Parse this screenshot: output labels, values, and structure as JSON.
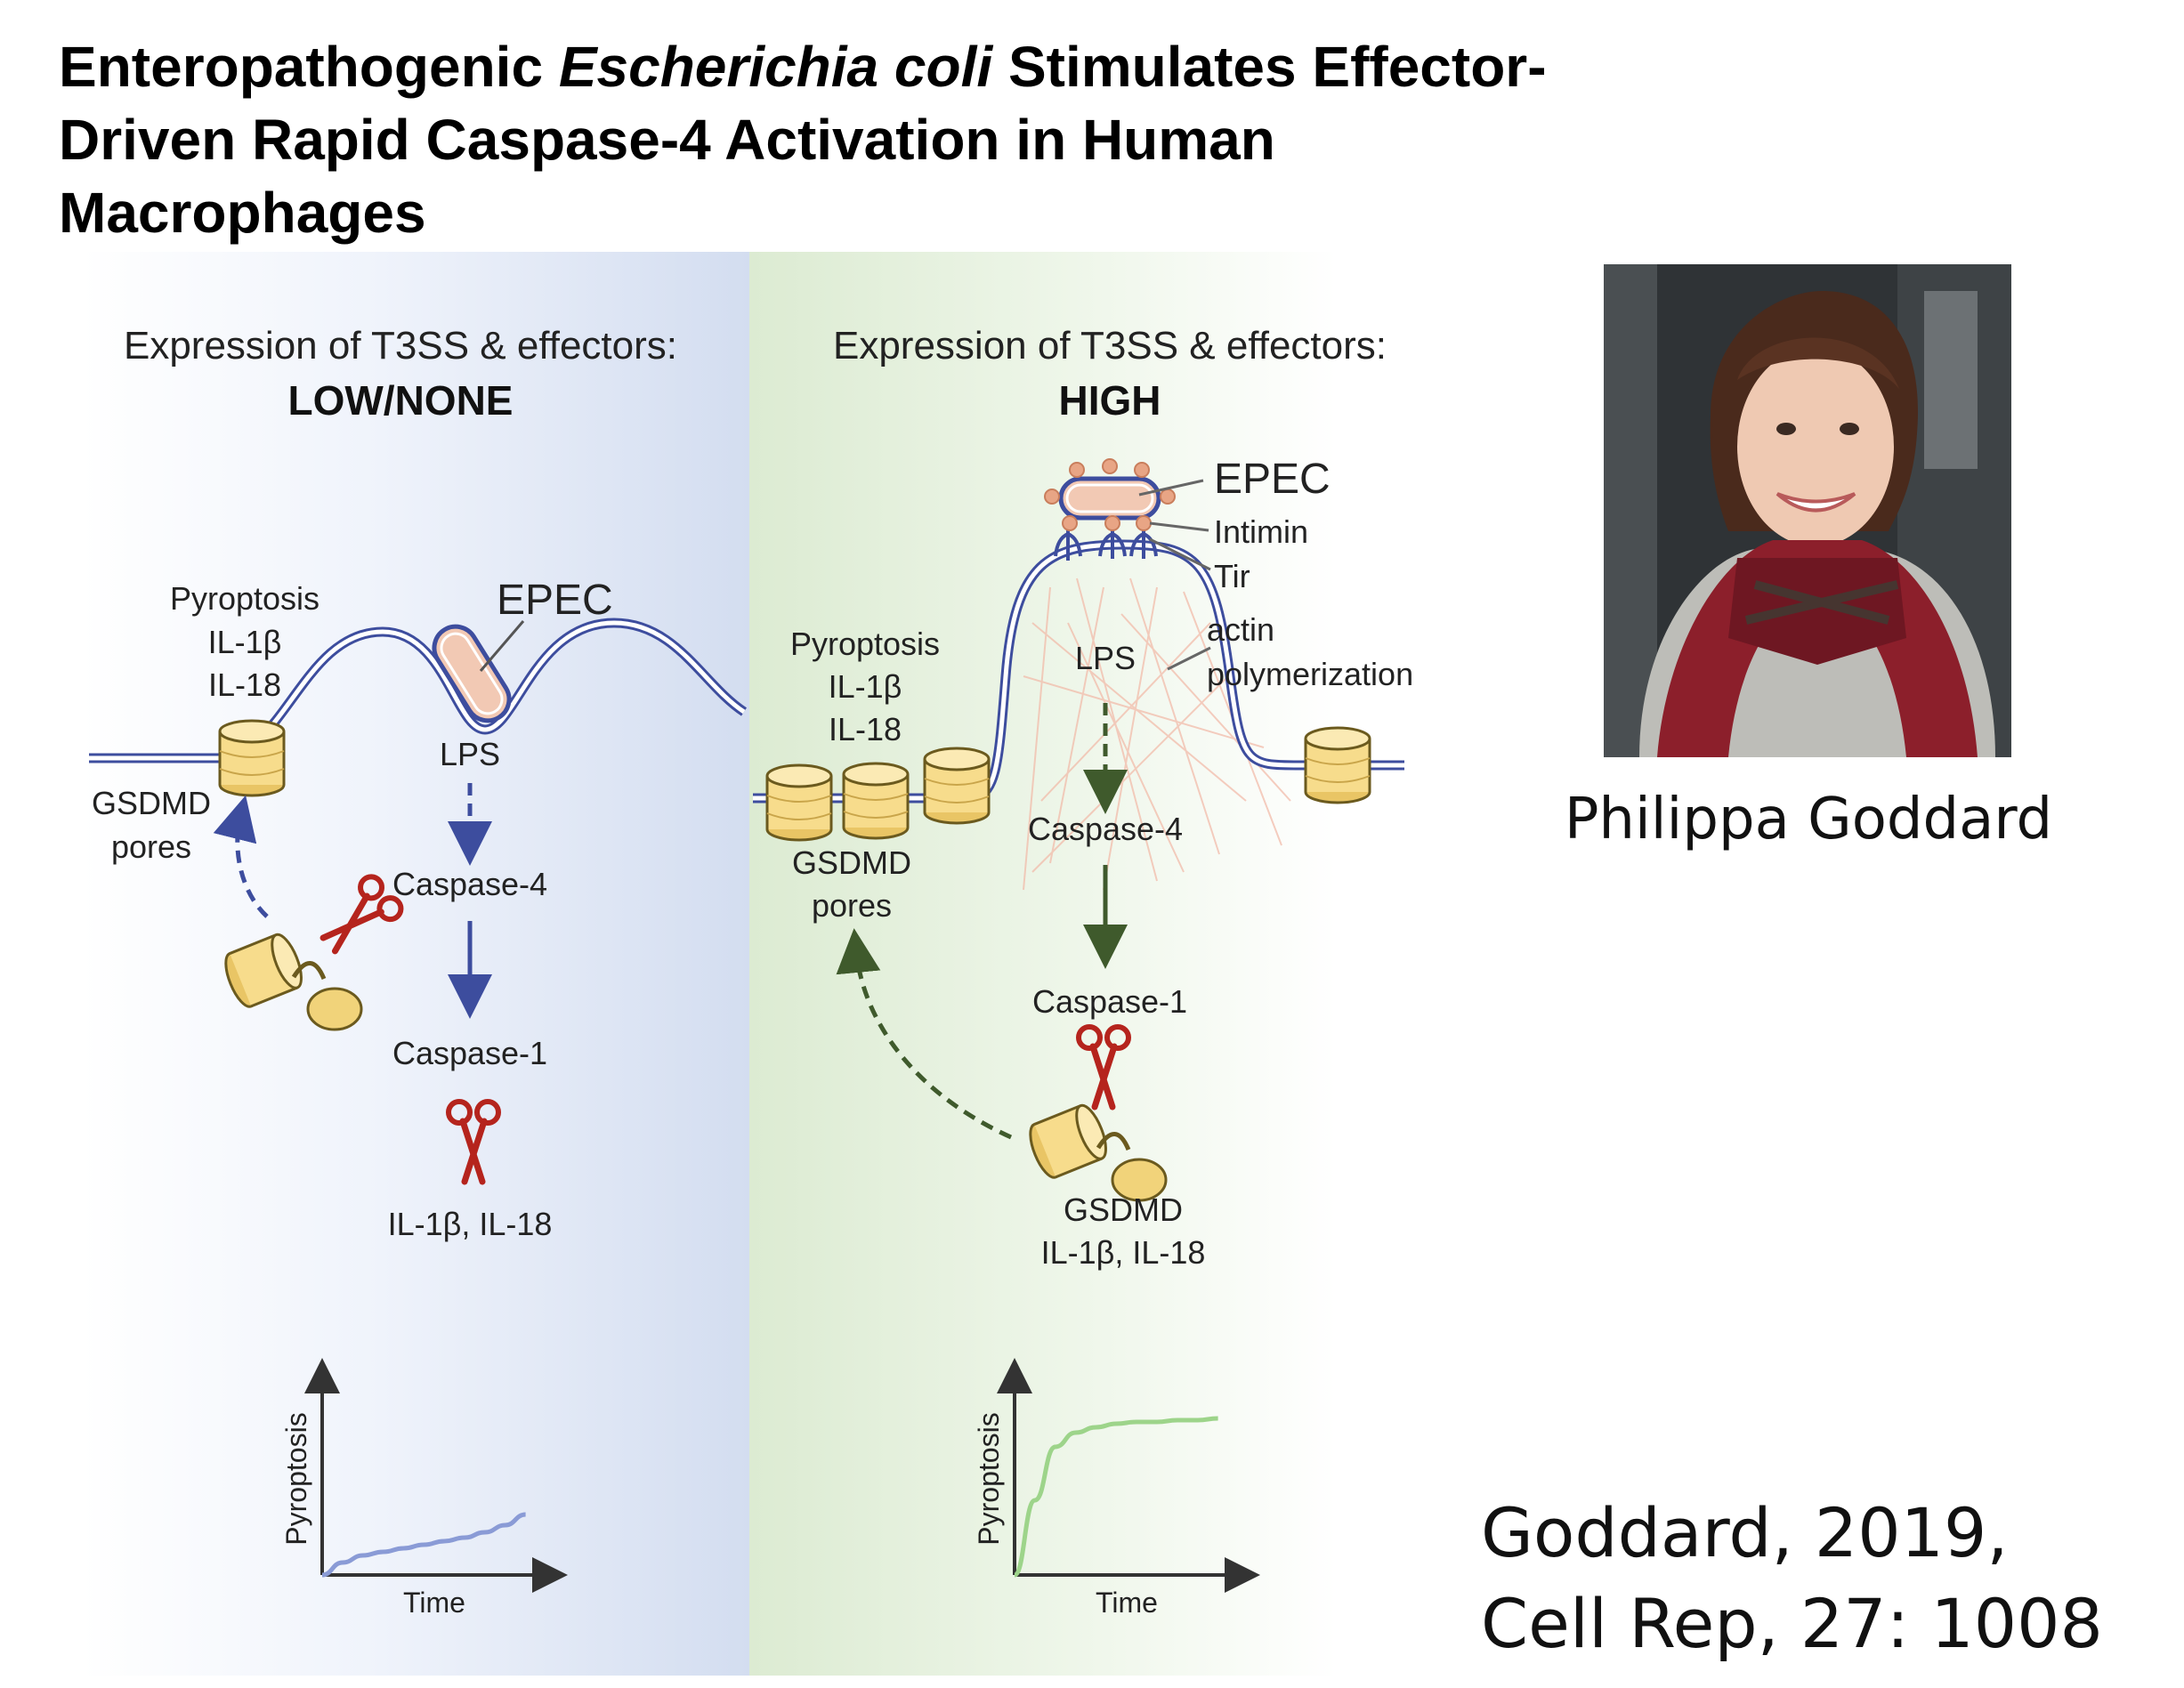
{
  "title": {
    "part1": "Enteropathogenic ",
    "italic": "Escherichia coli",
    "part2": " Stimulates Effector-Driven Rapid Caspase-4 Activation in Human Macrophages"
  },
  "left_panel": {
    "header": "Expression of T3SS & effectors:",
    "level": "LOW/NONE",
    "outcome_line1": "Pyroptosis",
    "outcome_line2": "IL-1β",
    "outcome_line3": "IL-18",
    "epec": "EPEC",
    "lps": "LPS",
    "pores_line1": "GSDMD",
    "pores_line2": "pores",
    "caspase4": "Caspase-4",
    "caspase1": "Caspase-1",
    "products": "IL-1β, IL-18"
  },
  "right_panel": {
    "header": "Expression of T3SS & effectors:",
    "level": "HIGH",
    "epec": "EPEC",
    "intimin": "Intimin",
    "tir": "Tir",
    "actin_line1": "actin",
    "actin_line2": "polymerization",
    "outcome_line1": "Pyroptosis",
    "outcome_line2": "IL-1β",
    "outcome_line3": "IL-18",
    "lps": "LPS",
    "caspase4": "Caspase-4",
    "pores_line1": "GSDMD",
    "pores_line2": "pores",
    "caspase1": "Caspase-1",
    "products_line1": "GSDMD",
    "products_line2": "IL-1β, IL-18"
  },
  "charts": {
    "ylabel": "Pyroptosis",
    "xlabel": "Time"
  },
  "chart_data": [
    {
      "type": "line",
      "title": "",
      "xlabel": "Time",
      "ylabel": "Pyroptosis",
      "x": [
        0,
        1,
        2,
        3,
        4,
        5,
        6,
        7,
        8,
        9,
        10
      ],
      "series": [
        {
          "values": [
            0,
            0.07,
            0.11,
            0.13,
            0.15,
            0.17,
            0.19,
            0.21,
            0.24,
            0.28,
            0.34
          ]
        }
      ],
      "xlim": [
        0,
        10.5
      ],
      "ylim": [
        0,
        1
      ],
      "grid": false,
      "line_color": "#8a9bd6"
    },
    {
      "type": "line",
      "title": "",
      "xlabel": "Time",
      "ylabel": "Pyroptosis",
      "x": [
        0,
        1,
        2,
        3,
        4,
        5,
        6,
        7,
        8,
        9,
        10
      ],
      "series": [
        {
          "values": [
            0,
            0.42,
            0.72,
            0.8,
            0.83,
            0.85,
            0.86,
            0.86,
            0.87,
            0.87,
            0.88
          ]
        }
      ],
      "xlim": [
        0,
        10.5
      ],
      "ylim": [
        0,
        1
      ],
      "grid": false,
      "line_color": "#9dd48a"
    }
  ],
  "author": "Philippa Goddard",
  "reference": {
    "line1": "Goddard, 2019,",
    "line2": "Cell Rep, 27: 1008"
  },
  "colors": {
    "left_bg": "#e1e8f6",
    "right_bg": "#e6f2de",
    "membrane": "#3d4d9e",
    "pore_fill": "#f7dc8c",
    "pore_stroke": "#6b5a1e",
    "bacterium_fill": "#f2c9b4",
    "scissors": "#b5241d",
    "left_arrow": "#3d4d9e",
    "right_arrow": "#3f5a2c"
  }
}
